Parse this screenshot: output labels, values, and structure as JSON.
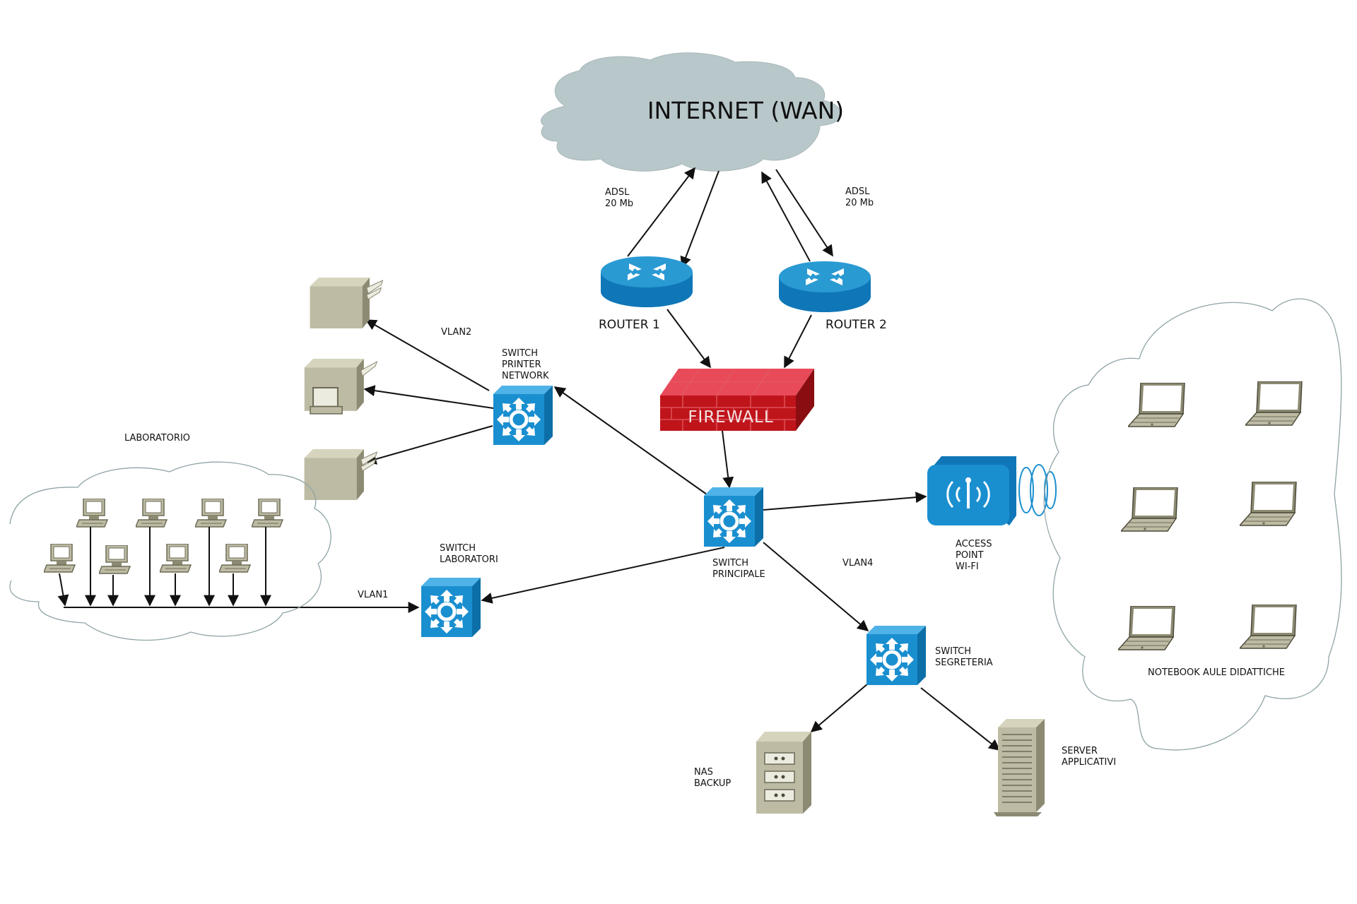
{
  "internet": {
    "label": "INTERNET (WAN)"
  },
  "links": {
    "adsl_left": {
      "line1": "ADSL",
      "line2": "20 Mb"
    },
    "adsl_right": {
      "line1": "ADSL",
      "line2": "20 Mb"
    },
    "vlan1": "VLAN1",
    "vlan2": "VLAN2",
    "vlan4": "VLAN4"
  },
  "devices": {
    "router1": "ROUTER 1",
    "router2": "ROUTER 2",
    "firewall": "FIREWALL",
    "switch_principale": {
      "line1": "SWITCH",
      "line2": "PRINCIPALE"
    },
    "switch_printer": {
      "line1": "SWITCH",
      "line2": "PRINTER",
      "line3": "NETWORK"
    },
    "switch_laboratori": {
      "line1": "SWITCH",
      "line2": "LABORATORI"
    },
    "switch_segreteria": {
      "line1": "SWITCH",
      "line2": "SEGRETERIA"
    },
    "access_point": {
      "line1": "ACCESS",
      "line2": "POINT",
      "line3": "WI-FI"
    },
    "nas": {
      "line1": "NAS",
      "line2": "BACKUP"
    },
    "server": {
      "line1": "SERVER",
      "line2": "APPLICATIVI"
    }
  },
  "areas": {
    "laboratorio": "LABORATORIO",
    "notebook": "NOTEBOOK AULE DIDATTICHE"
  },
  "icons": [
    "cloud-icon",
    "router-icon",
    "firewall-icon",
    "switch-icon",
    "printer-icon",
    "pc-icon",
    "laptop-icon",
    "access-point-icon",
    "nas-icon",
    "server-icon"
  ],
  "colors": {
    "cloud": "#b8c7c9",
    "switch": "#1a8fd0",
    "router": "#2a9ad3",
    "firewall": "#c0141b",
    "device": "#bdbba3"
  }
}
